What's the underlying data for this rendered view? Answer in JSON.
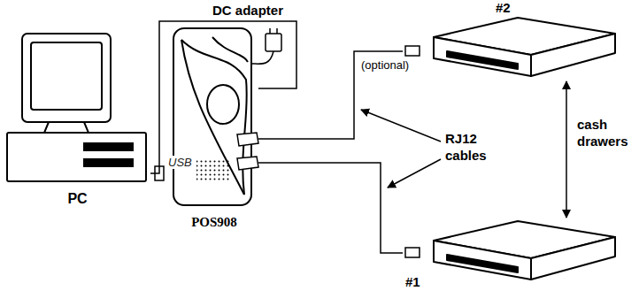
{
  "diagram": {
    "nodes": [
      {
        "text": [
          "PC"
        ]
      },
      {
        "text": [
          "POS908"
        ]
      },
      {
        "text": [
          "#2"
        ]
      },
      {
        "text": [
          "#1"
        ]
      }
    ],
    "edges": [
      {
        "from": 0,
        "to": 1,
        "arrow": "none",
        "label": "USB"
      },
      {
        "from": 1,
        "to": 2,
        "arrow": "none"
      },
      {
        "from": 1,
        "to": 3,
        "arrow": "none"
      }
    ],
    "labels": [
      "DC adapter",
      "(optional)",
      "RJ12 cables",
      "cash drawers"
    ]
  }
}
